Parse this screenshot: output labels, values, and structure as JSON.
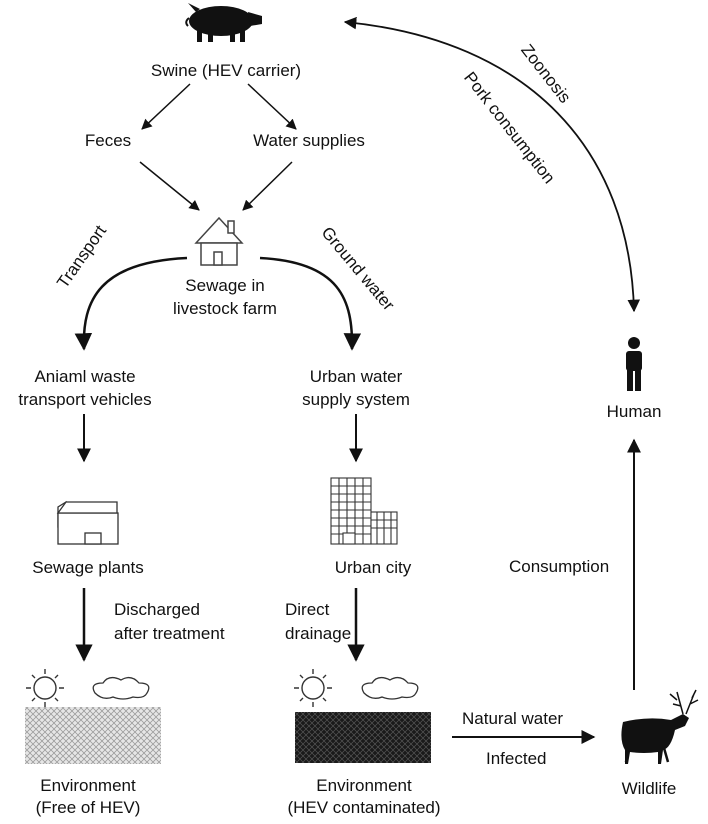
{
  "nodes": {
    "swine": "Swine (HEV carrier)",
    "feces": "Feces",
    "water_supplies": "Water supplies",
    "sewage_line1": "Sewage in",
    "sewage_line2": "livestock farm",
    "animal_waste_line1": "Aniaml waste",
    "animal_waste_line2": "transport  vehicles",
    "urban_water_line1": "Urban water",
    "urban_water_line2": "supply system",
    "sewage_plants": "Sewage plants",
    "urban_city": "Urban city",
    "env_free_line1": "Environment",
    "env_free_line2": "(Free of HEV)",
    "env_contam_line1": "Environment",
    "env_contam_line2": "(HEV contaminated)",
    "human": "Human",
    "wildlife": "Wildlife"
  },
  "edge_labels": {
    "transport": "Transport",
    "ground_water": "Ground water",
    "zoonosis": "Zoonosis",
    "pork_consumption": "Pork consumption",
    "discharged_line1": "Discharged",
    "discharged_line2": "after treatment",
    "direct_line1": "Direct",
    "direct_line2": "drainage",
    "consumption": "Consumption",
    "natural_water": "Natural water",
    "infected": "Infected"
  },
  "icons": [
    "pig-icon",
    "house-icon",
    "human-icon",
    "building-icon",
    "city-icon",
    "sun-icon",
    "cloud-icon",
    "water-icon",
    "reindeer-icon"
  ],
  "colors": {
    "ink": "#111111",
    "water_light": "#c8c8c8",
    "water_dark": "#1a1a1a"
  }
}
